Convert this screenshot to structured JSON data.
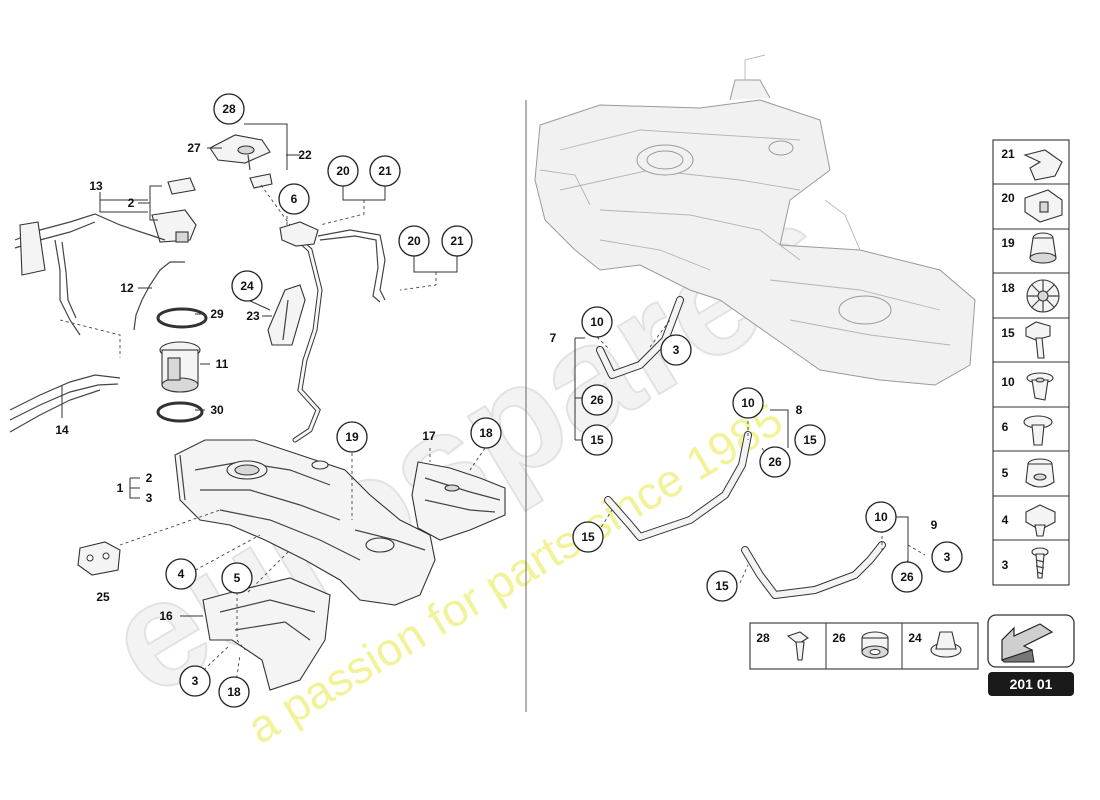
{
  "page_number": "201 01",
  "watermark": {
    "brand": "eurospares",
    "tagline": "a passion for parts since 1985"
  },
  "callouts": [
    {
      "id": "c28",
      "label": "28"
    },
    {
      "id": "c6",
      "label": "6"
    },
    {
      "id": "c20a",
      "label": "20"
    },
    {
      "id": "c21a",
      "label": "21"
    },
    {
      "id": "c20b",
      "label": "20"
    },
    {
      "id": "c21b",
      "label": "21"
    },
    {
      "id": "c24",
      "label": "24"
    },
    {
      "id": "c19",
      "label": "19"
    },
    {
      "id": "c18a",
      "label": "18"
    },
    {
      "id": "c4",
      "label": "4"
    },
    {
      "id": "c5",
      "label": "5"
    },
    {
      "id": "c3a",
      "label": "3"
    },
    {
      "id": "c18b",
      "label": "18"
    },
    {
      "id": "c10a",
      "label": "10"
    },
    {
      "id": "c3b",
      "label": "3"
    },
    {
      "id": "c26a",
      "label": "26"
    },
    {
      "id": "c15a",
      "label": "15"
    },
    {
      "id": "c10b",
      "label": "10"
    },
    {
      "id": "c15b",
      "label": "15"
    },
    {
      "id": "c26b",
      "label": "26"
    },
    {
      "id": "c15c",
      "label": "15"
    },
    {
      "id": "c10c",
      "label": "10"
    },
    {
      "id": "c3c",
      "label": "3"
    },
    {
      "id": "c15d",
      "label": "15"
    },
    {
      "id": "c26c",
      "label": "26"
    }
  ],
  "labels": [
    {
      "id": "l27",
      "label": "27"
    },
    {
      "id": "l22",
      "label": "22"
    },
    {
      "id": "l13",
      "label": "13"
    },
    {
      "id": "l2a",
      "label": "2"
    },
    {
      "id": "l12",
      "label": "12"
    },
    {
      "id": "l29",
      "label": "29"
    },
    {
      "id": "l11",
      "label": "11"
    },
    {
      "id": "l30",
      "label": "30"
    },
    {
      "id": "l14",
      "label": "14"
    },
    {
      "id": "l23",
      "label": "23"
    },
    {
      "id": "l1",
      "label": "1"
    },
    {
      "id": "l2b",
      "label": "2"
    },
    {
      "id": "l3",
      "label": "3"
    },
    {
      "id": "l17",
      "label": "17"
    },
    {
      "id": "l25",
      "label": "25"
    },
    {
      "id": "l16",
      "label": "16"
    },
    {
      "id": "l7",
      "label": "7"
    },
    {
      "id": "l8",
      "label": "8"
    },
    {
      "id": "l9",
      "label": "9"
    }
  ],
  "sidebar_parts": [
    {
      "number": "21",
      "icon": "clip-icon"
    },
    {
      "number": "20",
      "icon": "clip-block-icon"
    },
    {
      "number": "19",
      "icon": "rubber-buffer-icon"
    },
    {
      "number": "18",
      "icon": "spring-nut-icon"
    },
    {
      "number": "15",
      "icon": "flange-bolt-icon"
    },
    {
      "number": "10",
      "icon": "rivet-nut-icon"
    },
    {
      "number": "6",
      "icon": "expanding-rivet-icon"
    },
    {
      "number": "5",
      "icon": "grommet-icon"
    },
    {
      "number": "4",
      "icon": "clip-nut-icon"
    },
    {
      "number": "3",
      "icon": "screw-icon"
    }
  ],
  "bottom_parts": [
    {
      "number": "28",
      "icon": "screw-small-icon"
    },
    {
      "number": "26",
      "icon": "grommet-ring-icon"
    },
    {
      "number": "24",
      "icon": "cap-nut-icon"
    }
  ]
}
